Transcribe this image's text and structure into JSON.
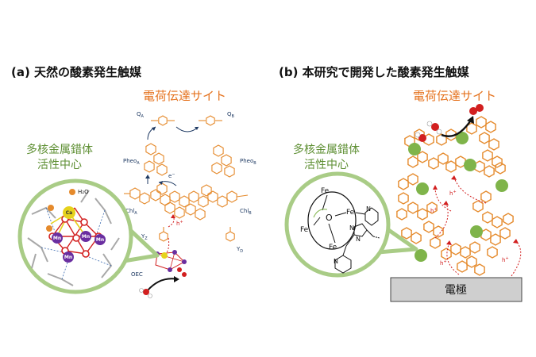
{
  "panel_a": {
    "title": "(a) 天然の酸素発生触媒",
    "charge_label": "電荷伝達サイト",
    "center_label_1": "多核金属錯体",
    "center_label_2": "活性中心",
    "species": {
      "qa": "Q",
      "qa_sub": "A",
      "qb": "Q",
      "qb_sub": "B",
      "pheoa": "Pheo",
      "pheoa_sub": "A",
      "pheob": "Pheo",
      "pheob_sub": "B",
      "chla": "Chl",
      "chla_sub": "A",
      "chlb": "Chl",
      "chlb_sub": "B",
      "yz": "Y",
      "yz_sub": "Z",
      "yd": "Y",
      "yd_sub": "D",
      "oec": "OEC",
      "electron": "e",
      "hole": "h",
      "h2o": "H₂O",
      "ca": "Ca",
      "mn": "Mn"
    }
  },
  "panel_b": {
    "title": "(b) 本研究で開発した酸素発生触媒",
    "charge_label": "電荷伝達サイト",
    "center_label_1": "多核金属錯体",
    "center_label_2": "活性中心",
    "electrode": "電極",
    "fe": "Fe",
    "o": "O",
    "n": "N",
    "hole": "h"
  },
  "colors": {
    "orange": "#e58a2c",
    "green": "#7fb44a",
    "light_green": "#a9cc86",
    "mn_purple": "#6a2ea0",
    "oxygen_red": "#d21f1f",
    "ca_yellow": "#e6d21c",
    "electrode_gray": "#cfcfcf"
  }
}
